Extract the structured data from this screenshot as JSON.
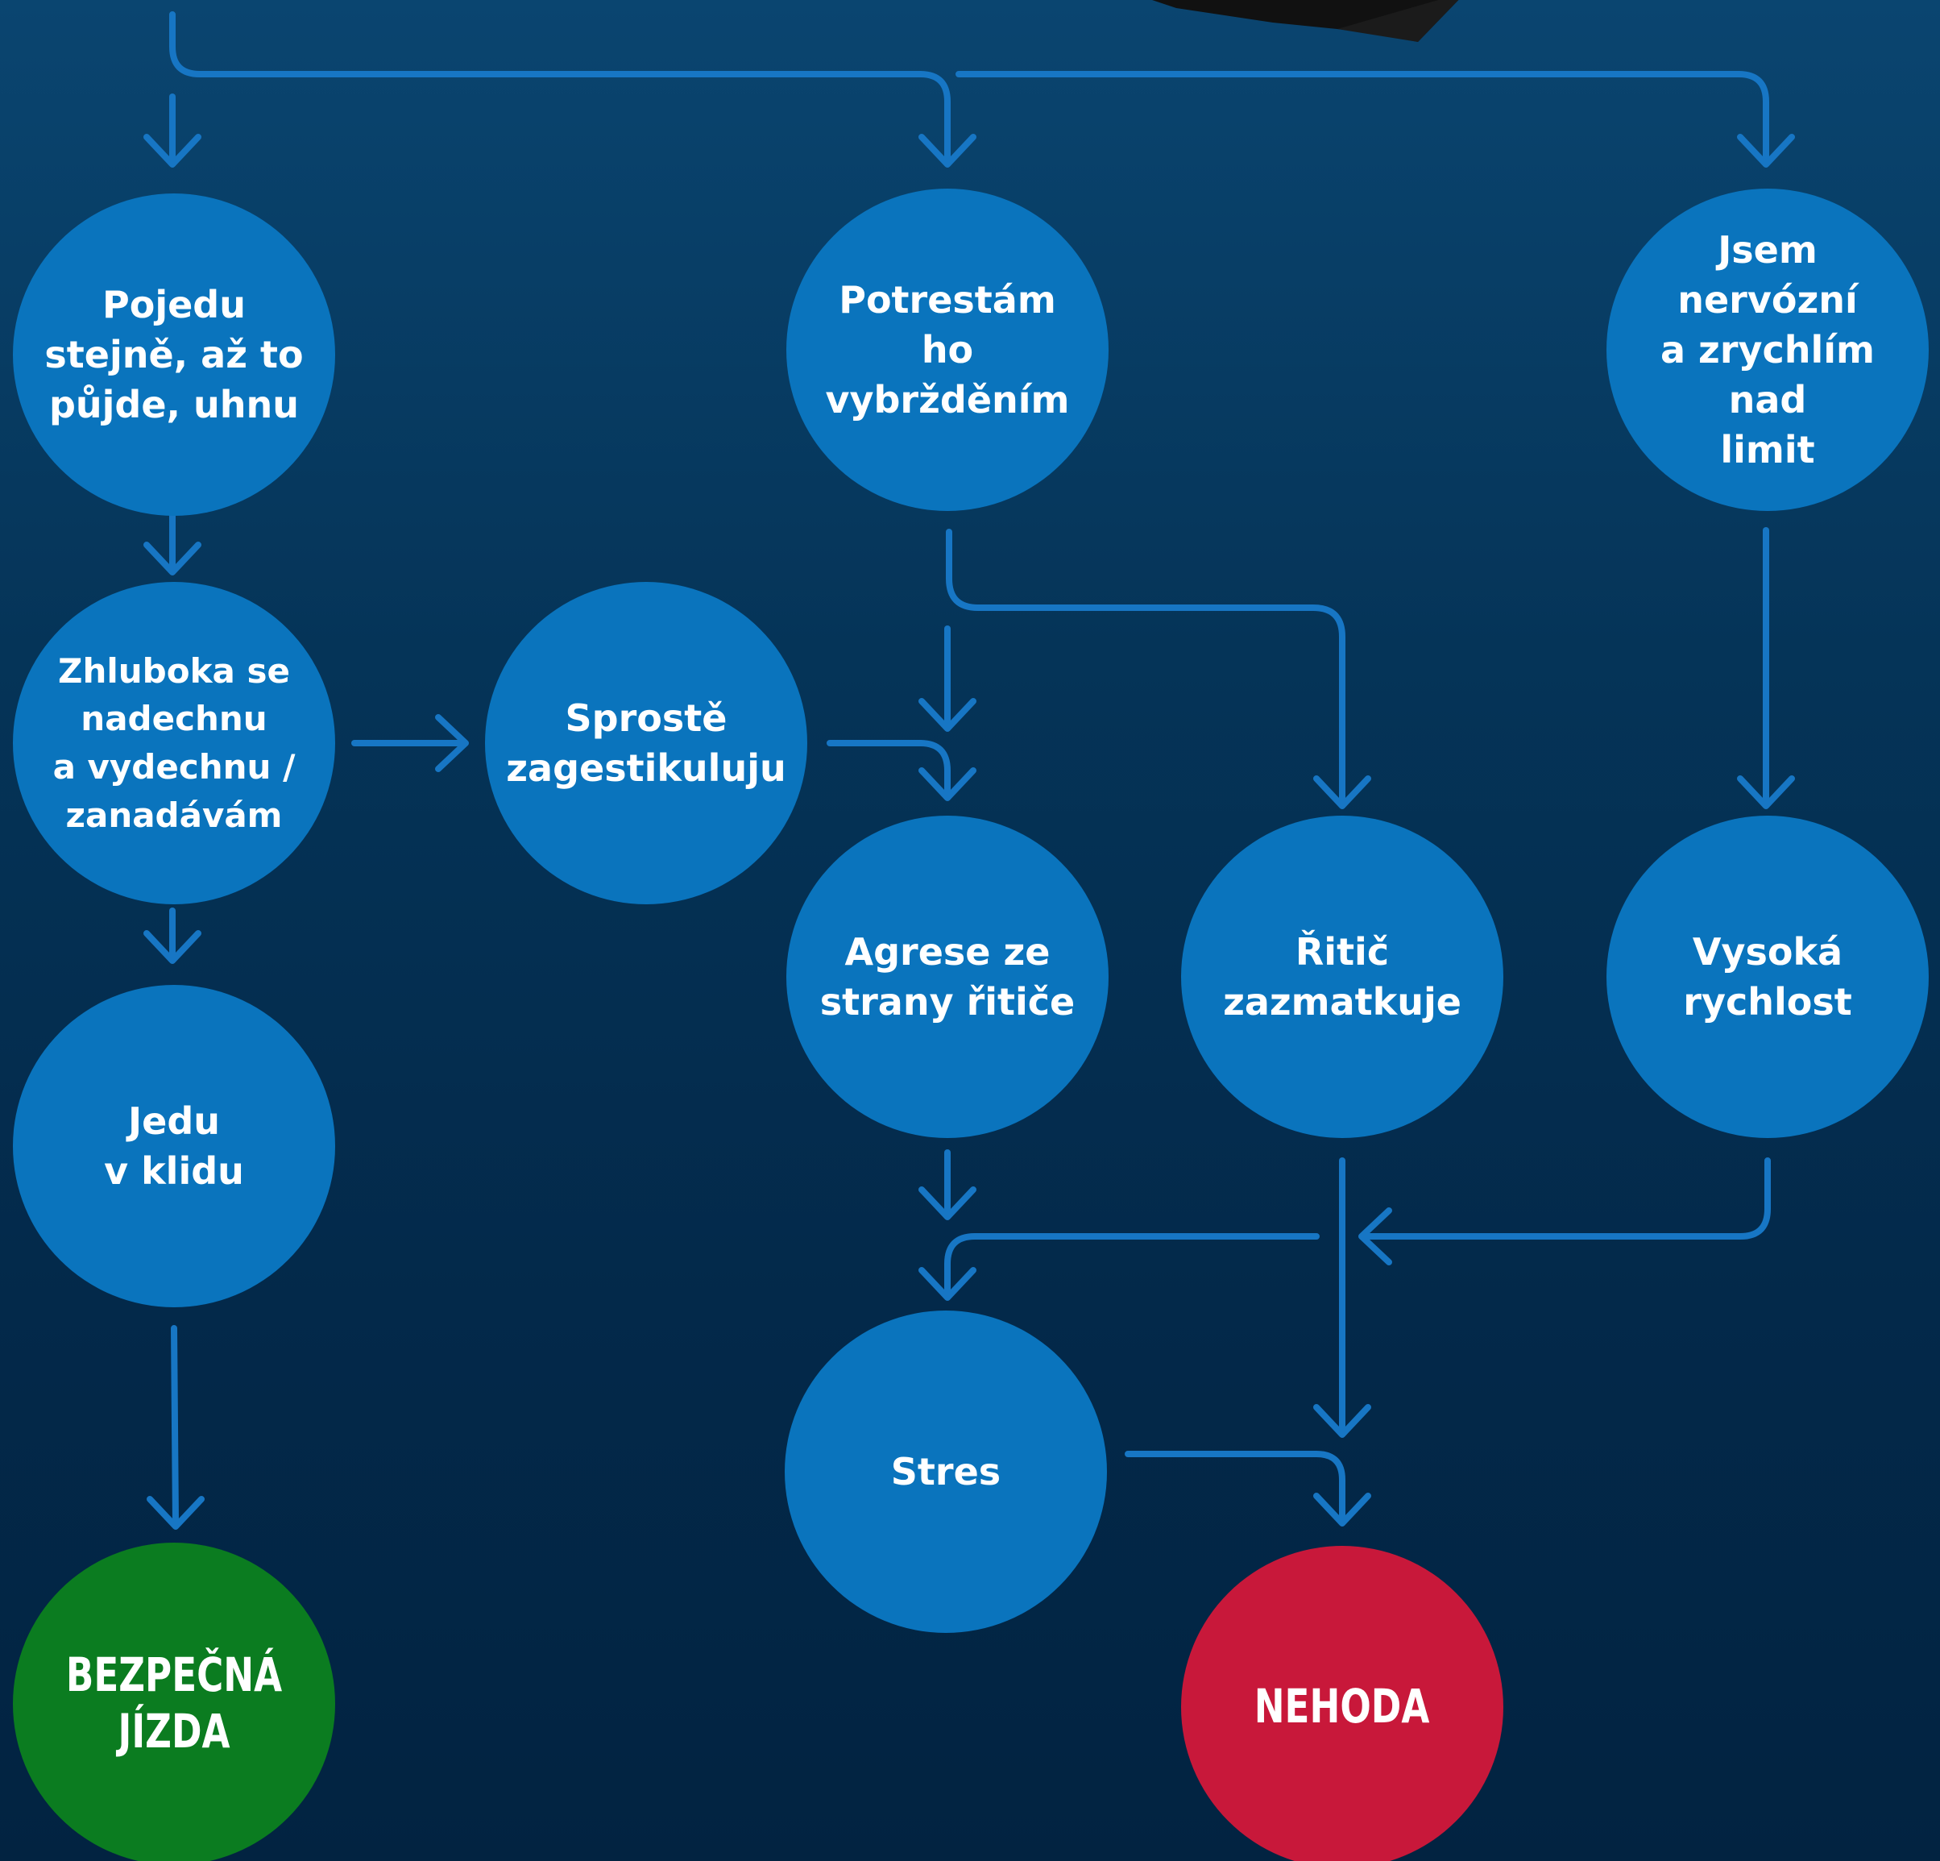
{
  "colors": {
    "node": "#0a74bd",
    "link": "#1776c4",
    "safe": "#0b7c20",
    "crash": "#c8183a",
    "background": "#043256"
  },
  "nodes": {
    "pojedu": "Pojedu\nstejně, až to\npůjde, uhnu",
    "zhluboka": "Zhluboka se\nnadechnu\na vydechnu /\nzanadávám",
    "jedu_v_klidu": "Jedu\nv klidu",
    "bezpecna_jizda": "BEZPEČNÁ\nJÍZDA",
    "sproste": "Sprostě\nzagestikuluju",
    "potrestam": "Potrestám ho\nvybržděním",
    "agrese": "Agrese ze\nstrany řitiče",
    "stres": "Stres",
    "ritic_zazmatkuje": "Řitič\nzazmatkuje",
    "nehoda": "NEHODA",
    "jsem_nervozni": "Jsem nervózní\na zrychlím nad\nlimit",
    "vysoka_rychlost": "Vysoká\nrychlost"
  }
}
